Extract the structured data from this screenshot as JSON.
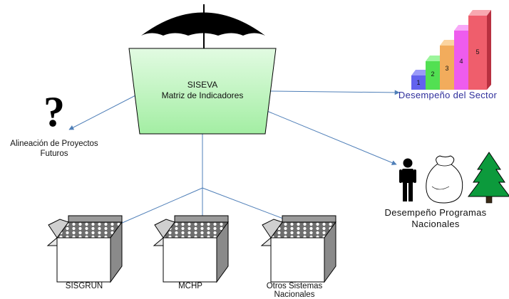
{
  "center": {
    "title": "SISEVA",
    "subtitle": "Matriz de Indicadores"
  },
  "alignment": {
    "icon": "question-mark-icon",
    "label_line1": "Alineación de Proyectos",
    "label_line2": "Futuros"
  },
  "sector": {
    "label": "Desempeño del Sector",
    "steps": [
      "1",
      "2",
      "3",
      "4",
      "5"
    ]
  },
  "programs": {
    "label_line1": "Desempeño Programas",
    "label_line2": "Nacionales",
    "icons": [
      "person-icon",
      "sack-icon",
      "tree-icon"
    ]
  },
  "systems": [
    {
      "label_line1": "SISGRUN",
      "label_line2": ""
    },
    {
      "label_line1": "MCHP",
      "label_line2": ""
    },
    {
      "label_line1": "Otros Sistemas",
      "label_line2": "Nacionales"
    }
  ],
  "colors": {
    "center_top": "#d8f8d8",
    "center_bottom": "#a8f0a8",
    "connector": "#4f7fb8",
    "sector_label": "#2f2f9c",
    "step_1": "#6a6af0",
    "step_2": "#5ce85c",
    "step_3": "#f4b060",
    "step_4": "#f060f0",
    "step_5": "#f06070",
    "tree": "#0c9a3c"
  }
}
